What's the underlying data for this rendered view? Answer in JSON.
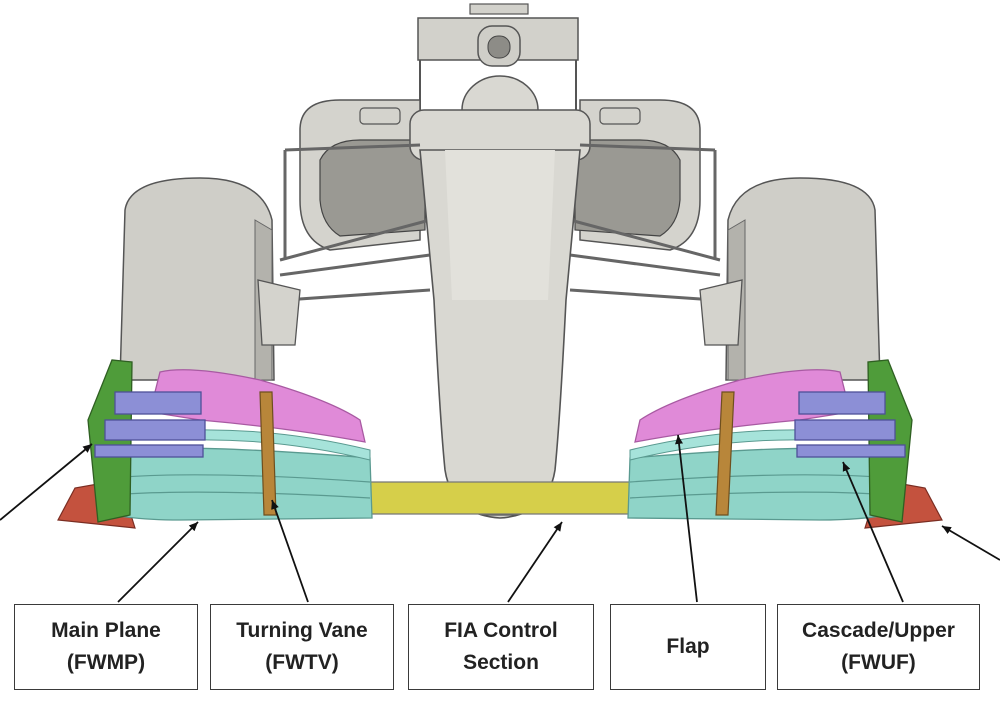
{
  "labels": {
    "main_plane": {
      "line1": "Main Plane",
      "line2": "(FWMP)"
    },
    "turning_vane": {
      "line1": "Turning Vane",
      "line2": "(FWTV)"
    },
    "fia_control": {
      "line1": "FIA Control",
      "line2": "Section"
    },
    "flap": {
      "line1": "Flap",
      "line2": ""
    },
    "cascade": {
      "line1": "Cascade/Upper",
      "line2": "(FWUF)"
    }
  },
  "colors": {
    "body": "#d9d8d2",
    "body_shade": "#b9b8b2",
    "tyre": "#cfcec8",
    "main_plane": "#8fd4c8",
    "turning_vane": "#b8863a",
    "fia_section": "#d6cf4a",
    "flap": "#e08ad8",
    "cascade": "#8c8fd6",
    "endplate": "#4f9c3a",
    "footplate": "#c4523e"
  }
}
